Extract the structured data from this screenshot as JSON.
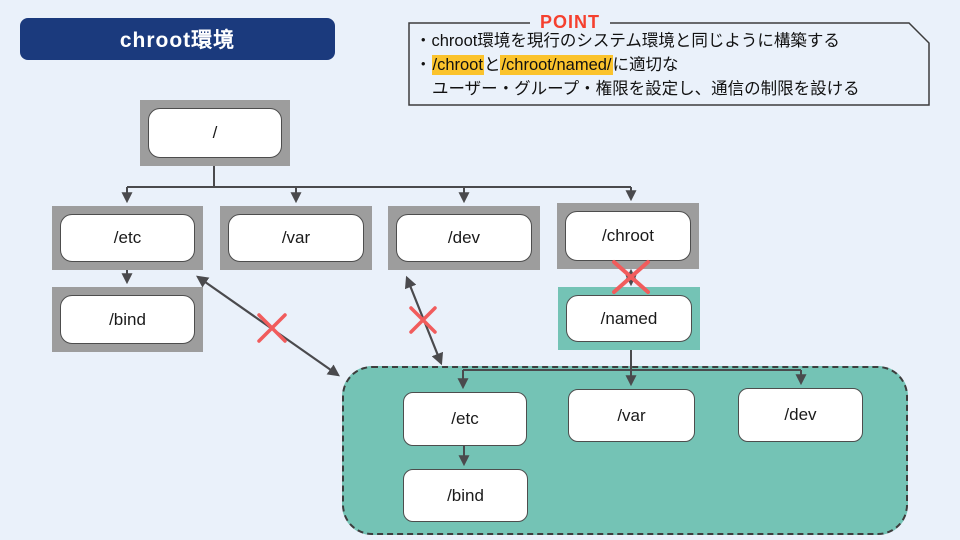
{
  "slide": {
    "title": "chroot環境",
    "background_color": "#eaf1fa"
  },
  "point_box": {
    "heading": "POINT",
    "heading_color": "#f5402e",
    "highlight_color": "#fbc32c",
    "lines": {
      "line1": "・chroot環境を現行のシステム環境と同じように構築する",
      "line2": {
        "bullet": "・",
        "highlight1": "/chroot",
        "connector": "と",
        "highlight2": "/chroot/named/",
        "tail": "に適切な"
      },
      "line3": "ユーザー・グループ・権限を設定し、通信の制限を設ける"
    }
  },
  "system_tree": {
    "root": {
      "label": "/"
    },
    "children": [
      {
        "label": "/etc"
      },
      {
        "label": "/var"
      },
      {
        "label": "/dev"
      },
      {
        "label": "/chroot"
      }
    ],
    "etc_child": {
      "label": "/bind"
    },
    "chroot_child": {
      "label": "/named"
    }
  },
  "chroot_tree": {
    "children": [
      {
        "label": "/etc"
      },
      {
        "label": "/var"
      },
      {
        "label": "/dev"
      }
    ],
    "etc_child": {
      "label": "/bind"
    }
  },
  "colors": {
    "node_frame_gray": "#9d9d9d",
    "chroot_teal": "#74c3b5",
    "blocked_red": "#f15c5c",
    "connector_gray": "#4a4a4d",
    "title_navy": "#1b3a7d"
  }
}
